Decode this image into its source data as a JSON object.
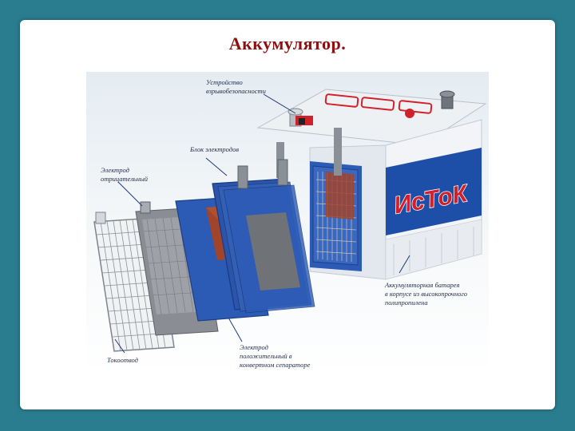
{
  "slide": {
    "title": "Аккумулятор."
  },
  "diagram": {
    "brand_logo": "ИсТоК",
    "labels": {
      "vent_device": [
        "Устройство",
        "взрывобезопасности"
      ],
      "electrode_block": "Блок электродов",
      "negative_electrode": [
        "Электрод",
        "отрицательный"
      ],
      "battery_case": [
        "Аккумуляторная батарея",
        "в корпусе из высокопрочного",
        "полипропилена"
      ],
      "positive_electrode": [
        "Электрод",
        "положительный в",
        "конвертном сепараторе"
      ],
      "current_collector": "Токоотвод"
    },
    "colors": {
      "case_blue": "#1e4fa8",
      "case_white": "#f2f4f7",
      "separator_blue": "#2c5bb5",
      "electrode_gray": "#8a8e94",
      "positive_brown": "#a0442c",
      "logo_red": "#d0202a",
      "title_red": "#8b1010",
      "background_teal": "#2a7d8f"
    }
  }
}
